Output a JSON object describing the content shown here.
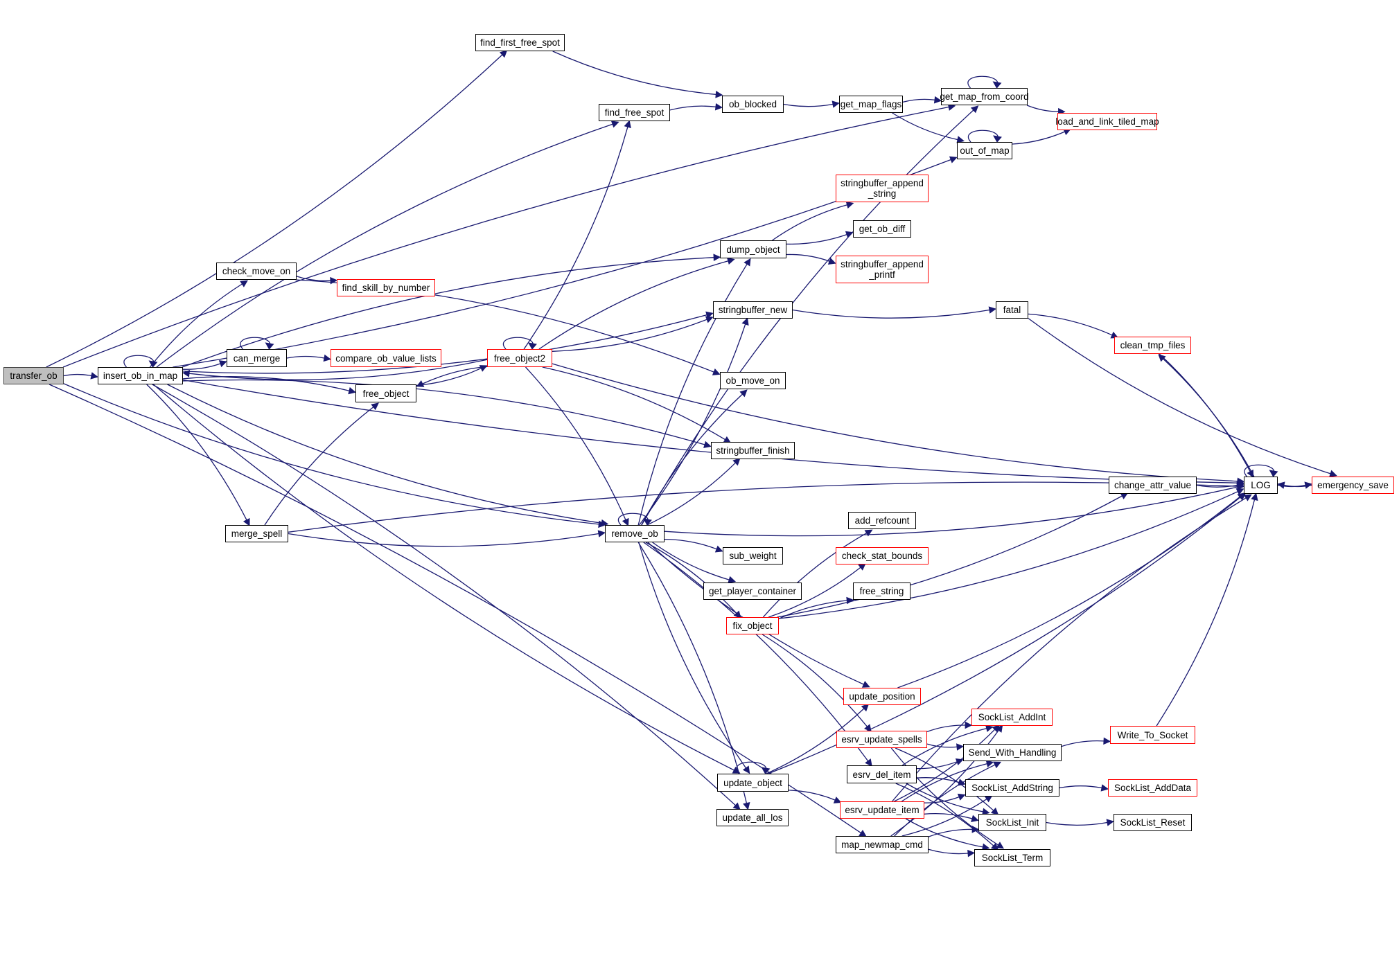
{
  "title": "transfer_ob call graph",
  "colors": {
    "edge": "#191970",
    "external_border": "#ff0000",
    "root_fill": "#bfbfbf"
  },
  "nodes": [
    {
      "id": "transfer_ob",
      "label": "transfer_ob",
      "kind": "root"
    },
    {
      "id": "insert_ob_in_map",
      "label": "insert_ob_in_map",
      "kind": "normal"
    },
    {
      "id": "find_first_free_spot",
      "label": "find_first_free_spot",
      "kind": "normal"
    },
    {
      "id": "find_free_spot",
      "label": "find_free_spot",
      "kind": "normal"
    },
    {
      "id": "ob_blocked",
      "label": "ob_blocked",
      "kind": "normal"
    },
    {
      "id": "get_map_flags",
      "label": "get_map_flags",
      "kind": "normal"
    },
    {
      "id": "get_map_from_coord",
      "label": "get_map_from_coord",
      "kind": "normal"
    },
    {
      "id": "load_and_link_tiled_map",
      "label": "load_and_link_tiled_map",
      "kind": "external"
    },
    {
      "id": "out_of_map",
      "label": "out_of_map",
      "kind": "normal"
    },
    {
      "id": "stringbuffer_append_string",
      "label": "stringbuffer_append\n_string",
      "kind": "external"
    },
    {
      "id": "get_ob_diff",
      "label": "get_ob_diff",
      "kind": "normal"
    },
    {
      "id": "dump_object",
      "label": "dump_object",
      "kind": "normal"
    },
    {
      "id": "stringbuffer_append_printf",
      "label": "stringbuffer_append\n_printf",
      "kind": "external"
    },
    {
      "id": "check_move_on",
      "label": "check_move_on",
      "kind": "normal"
    },
    {
      "id": "find_skill_by_number",
      "label": "find_skill_by_number",
      "kind": "external"
    },
    {
      "id": "stringbuffer_new",
      "label": "stringbuffer_new",
      "kind": "normal"
    },
    {
      "id": "fatal",
      "label": "fatal",
      "kind": "normal"
    },
    {
      "id": "can_merge",
      "label": "can_merge",
      "kind": "normal"
    },
    {
      "id": "compare_ob_value_lists",
      "label": "compare_ob_value_lists",
      "kind": "external"
    },
    {
      "id": "free_object2",
      "label": "free_object2",
      "kind": "external"
    },
    {
      "id": "clean_tmp_files",
      "label": "clean_tmp_files",
      "kind": "external"
    },
    {
      "id": "free_object",
      "label": "free_object",
      "kind": "normal"
    },
    {
      "id": "ob_move_on",
      "label": "ob_move_on",
      "kind": "normal"
    },
    {
      "id": "stringbuffer_finish",
      "label": "stringbuffer_finish",
      "kind": "normal"
    },
    {
      "id": "change_attr_value",
      "label": "change_attr_value",
      "kind": "normal"
    },
    {
      "id": "LOG",
      "label": "LOG",
      "kind": "normal"
    },
    {
      "id": "emergency_save",
      "label": "emergency_save",
      "kind": "external"
    },
    {
      "id": "merge_spell",
      "label": "merge_spell",
      "kind": "normal"
    },
    {
      "id": "remove_ob",
      "label": "remove_ob",
      "kind": "normal"
    },
    {
      "id": "add_refcount",
      "label": "add_refcount",
      "kind": "normal"
    },
    {
      "id": "sub_weight",
      "label": "sub_weight",
      "kind": "normal"
    },
    {
      "id": "check_stat_bounds",
      "label": "check_stat_bounds",
      "kind": "external"
    },
    {
      "id": "get_player_container",
      "label": "get_player_container",
      "kind": "normal"
    },
    {
      "id": "free_string",
      "label": "free_string",
      "kind": "normal"
    },
    {
      "id": "fix_object",
      "label": "fix_object",
      "kind": "external"
    },
    {
      "id": "update_position",
      "label": "update_position",
      "kind": "external"
    },
    {
      "id": "SockList_AddInt",
      "label": "SockList_AddInt",
      "kind": "external"
    },
    {
      "id": "esrv_update_spells",
      "label": "esrv_update_spells",
      "kind": "external"
    },
    {
      "id": "Write_To_Socket",
      "label": "Write_To_Socket",
      "kind": "external"
    },
    {
      "id": "Send_With_Handling",
      "label": "Send_With_Handling",
      "kind": "normal"
    },
    {
      "id": "esrv_del_item",
      "label": "esrv_del_item",
      "kind": "normal"
    },
    {
      "id": "update_object",
      "label": "update_object",
      "kind": "normal"
    },
    {
      "id": "SockList_AddString",
      "label": "SockList_AddString",
      "kind": "normal"
    },
    {
      "id": "SockList_AddData",
      "label": "SockList_AddData",
      "kind": "external"
    },
    {
      "id": "esrv_update_item",
      "label": "esrv_update_item",
      "kind": "external"
    },
    {
      "id": "update_all_los",
      "label": "update_all_los",
      "kind": "normal"
    },
    {
      "id": "SockList_Init",
      "label": "SockList_Init",
      "kind": "normal"
    },
    {
      "id": "SockList_Reset",
      "label": "SockList_Reset",
      "kind": "normal"
    },
    {
      "id": "map_newmap_cmd",
      "label": "map_newmap_cmd",
      "kind": "normal"
    },
    {
      "id": "SockList_Term",
      "label": "SockList_Term",
      "kind": "normal"
    }
  ],
  "edges": [
    [
      "transfer_ob",
      "insert_ob_in_map"
    ],
    [
      "transfer_ob",
      "find_first_free_spot"
    ],
    [
      "transfer_ob",
      "get_map_from_coord"
    ],
    [
      "transfer_ob",
      "remove_ob"
    ],
    [
      "transfer_ob",
      "map_newmap_cmd"
    ],
    [
      "insert_ob_in_map",
      "insert_ob_in_map"
    ],
    [
      "insert_ob_in_map",
      "find_free_spot"
    ],
    [
      "insert_ob_in_map",
      "out_of_map"
    ],
    [
      "insert_ob_in_map",
      "dump_object"
    ],
    [
      "insert_ob_in_map",
      "stringbuffer_new"
    ],
    [
      "insert_ob_in_map",
      "check_move_on"
    ],
    [
      "insert_ob_in_map",
      "can_merge"
    ],
    [
      "insert_ob_in_map",
      "free_object"
    ],
    [
      "insert_ob_in_map",
      "LOG"
    ],
    [
      "insert_ob_in_map",
      "stringbuffer_finish"
    ],
    [
      "insert_ob_in_map",
      "remove_ob"
    ],
    [
      "insert_ob_in_map",
      "merge_spell"
    ],
    [
      "insert_ob_in_map",
      "update_object"
    ],
    [
      "insert_ob_in_map",
      "update_all_los"
    ],
    [
      "find_first_free_spot",
      "ob_blocked"
    ],
    [
      "find_free_spot",
      "ob_blocked"
    ],
    [
      "ob_blocked",
      "get_map_flags"
    ],
    [
      "get_map_flags",
      "get_map_from_coord"
    ],
    [
      "get_map_flags",
      "out_of_map"
    ],
    [
      "get_map_from_coord",
      "get_map_from_coord"
    ],
    [
      "get_map_from_coord",
      "load_and_link_tiled_map"
    ],
    [
      "out_of_map",
      "out_of_map"
    ],
    [
      "out_of_map",
      "load_and_link_tiled_map"
    ],
    [
      "dump_object",
      "stringbuffer_append_string"
    ],
    [
      "dump_object",
      "get_ob_diff"
    ],
    [
      "dump_object",
      "stringbuffer_append_printf"
    ],
    [
      "check_move_on",
      "find_skill_by_number"
    ],
    [
      "check_move_on",
      "ob_move_on"
    ],
    [
      "can_merge",
      "can_merge"
    ],
    [
      "can_merge",
      "compare_ob_value_lists"
    ],
    [
      "free_object",
      "free_object2"
    ],
    [
      "free_object2",
      "free_object2"
    ],
    [
      "free_object2",
      "free_object"
    ],
    [
      "free_object2",
      "insert_ob_in_map"
    ],
    [
      "free_object2",
      "find_free_spot"
    ],
    [
      "free_object2",
      "dump_object"
    ],
    [
      "free_object2",
      "stringbuffer_new"
    ],
    [
      "free_object2",
      "stringbuffer_finish"
    ],
    [
      "free_object2",
      "LOG"
    ],
    [
      "free_object2",
      "remove_ob"
    ],
    [
      "stringbuffer_new",
      "fatal"
    ],
    [
      "fatal",
      "clean_tmp_files"
    ],
    [
      "fatal",
      "emergency_save"
    ],
    [
      "clean_tmp_files",
      "LOG"
    ],
    [
      "LOG",
      "clean_tmp_files"
    ],
    [
      "LOG",
      "LOG"
    ],
    [
      "LOG",
      "emergency_save"
    ],
    [
      "emergency_save",
      "LOG"
    ],
    [
      "change_attr_value",
      "LOG"
    ],
    [
      "merge_spell",
      "free_object"
    ],
    [
      "merge_spell",
      "remove_ob"
    ],
    [
      "merge_spell",
      "LOG"
    ],
    [
      "remove_ob",
      "remove_ob"
    ],
    [
      "remove_ob",
      "dump_object"
    ],
    [
      "remove_ob",
      "stringbuffer_new"
    ],
    [
      "remove_ob",
      "ob_move_on"
    ],
    [
      "remove_ob",
      "stringbuffer_finish"
    ],
    [
      "remove_ob",
      "get_map_from_coord"
    ],
    [
      "remove_ob",
      "LOG"
    ],
    [
      "remove_ob",
      "sub_weight"
    ],
    [
      "remove_ob",
      "get_player_container"
    ],
    [
      "remove_ob",
      "fix_object"
    ],
    [
      "remove_ob",
      "update_position"
    ],
    [
      "remove_ob",
      "esrv_del_item"
    ],
    [
      "remove_ob",
      "update_object"
    ],
    [
      "remove_ob",
      "update_all_los"
    ],
    [
      "fix_object",
      "change_attr_value"
    ],
    [
      "fix_object",
      "add_refcount"
    ],
    [
      "fix_object",
      "check_stat_bounds"
    ],
    [
      "fix_object",
      "free_string"
    ],
    [
      "fix_object",
      "LOG"
    ],
    [
      "fix_object",
      "esrv_update_spells"
    ],
    [
      "update_position",
      "LOG"
    ],
    [
      "update_object",
      "update_object"
    ],
    [
      "update_object",
      "update_position"
    ],
    [
      "update_object",
      "esrv_update_item"
    ],
    [
      "update_object",
      "LOG"
    ],
    [
      "esrv_update_spells",
      "SockList_AddInt"
    ],
    [
      "esrv_update_spells",
      "Send_With_Handling"
    ],
    [
      "esrv_update_spells",
      "SockList_Init"
    ],
    [
      "esrv_update_spells",
      "SockList_Term"
    ],
    [
      "esrv_del_item",
      "SockList_AddInt"
    ],
    [
      "esrv_del_item",
      "Send_With_Handling"
    ],
    [
      "esrv_del_item",
      "SockList_AddString"
    ],
    [
      "esrv_del_item",
      "SockList_Init"
    ],
    [
      "esrv_del_item",
      "SockList_Term"
    ],
    [
      "esrv_update_item",
      "SockList_AddInt"
    ],
    [
      "esrv_update_item",
      "Send_With_Handling"
    ],
    [
      "esrv_update_item",
      "SockList_AddString"
    ],
    [
      "esrv_update_item",
      "SockList_Init"
    ],
    [
      "esrv_update_item",
      "SockList_Term"
    ],
    [
      "esrv_update_item",
      "LOG"
    ],
    [
      "map_newmap_cmd",
      "SockList_AddInt"
    ],
    [
      "map_newmap_cmd",
      "Send_With_Handling"
    ],
    [
      "map_newmap_cmd",
      "SockList_AddString"
    ],
    [
      "map_newmap_cmd",
      "SockList_Init"
    ],
    [
      "map_newmap_cmd",
      "SockList_Term"
    ],
    [
      "Send_With_Handling",
      "Write_To_Socket"
    ],
    [
      "Write_To_Socket",
      "LOG"
    ],
    [
      "SockList_AddString",
      "SockList_AddData"
    ],
    [
      "SockList_Init",
      "SockList_Reset"
    ]
  ]
}
